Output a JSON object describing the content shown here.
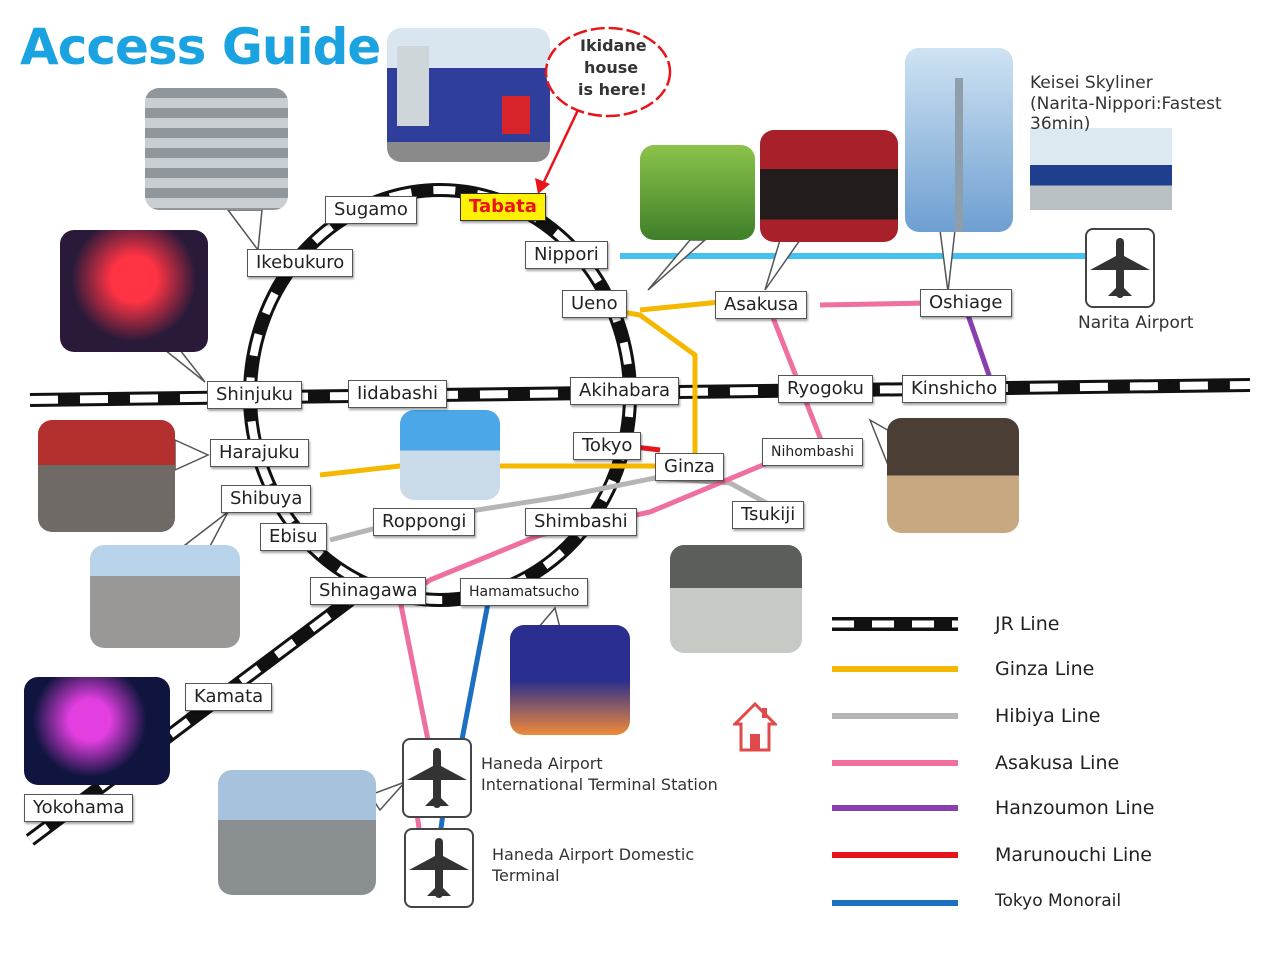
{
  "title": "Access Guide",
  "callout": {
    "line1": "Ikidane",
    "line2": "house",
    "line3": "is here!"
  },
  "skyliner": {
    "name": "Keisei Skyliner",
    "detail": "(Narita-Nippori:Fastest 36min)"
  },
  "stations": {
    "sugamo": "Sugamo",
    "tabata": "Tabata",
    "ikebukuro": "Ikebukuro",
    "nippori": "Nippori",
    "ueno": "Ueno",
    "asakusa": "Asakusa",
    "oshiage": "Oshiage",
    "shinjuku": "Shinjuku",
    "iidabashi": "Iidabashi",
    "akihabara": "Akihabara",
    "ryogoku": "Ryogoku",
    "kinshicho": "Kinshicho",
    "harajuku": "Harajuku",
    "tokyo": "Tokyo",
    "ginza": "Ginza",
    "nihombashi": "Nihombashi",
    "shibuya": "Shibuya",
    "roppongi": "Roppongi",
    "shimbashi": "Shimbashi",
    "tsukiji": "Tsukiji",
    "ebisu": "Ebisu",
    "shinagawa": "Shinagawa",
    "hamamatsucho": "Hamamatsucho",
    "kamata": "Kamata",
    "yokohama": "Yokohama"
  },
  "airports": {
    "narita": "Narita Airport",
    "haneda_intl_1": "Haneda Airport",
    "haneda_intl_2": "International Terminal Station",
    "haneda_dom_1": "Haneda Airport Domestic",
    "haneda_dom_2": "Terminal"
  },
  "legend": [
    {
      "label": "JR Line",
      "color": "#111111"
    },
    {
      "label": "Ginza Line",
      "color": "#f5b800"
    },
    {
      "label": "Hibiya Line",
      "color": "#b5b5b5"
    },
    {
      "label": "Asakusa Line",
      "color": "#ef6fa0"
    },
    {
      "label": "Hanzoumon Line",
      "color": "#8a3fb0"
    },
    {
      "label": "Marunouchi Line",
      "color": "#e8141b"
    },
    {
      "label": "Tokyo Monorail",
      "color": "#1d6fc2"
    }
  ],
  "icons": [
    "plane-icon",
    "house-icon",
    "thought-cloud-icon"
  ]
}
